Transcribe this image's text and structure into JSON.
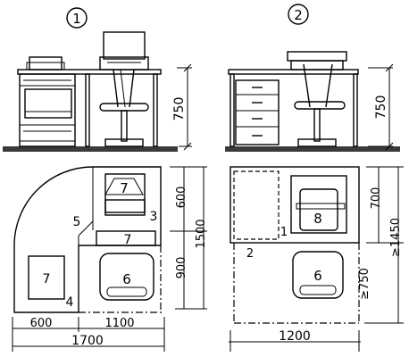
{
  "panels": {
    "left": {
      "number": "1"
    },
    "right": {
      "number": "2"
    }
  },
  "elevation": {
    "left_height": "750",
    "right_height": "750"
  },
  "plan_left": {
    "labels": {
      "cabinet_item": "7",
      "cabinet_mark": "3",
      "corner_mark": "5",
      "keyboard_item": "7",
      "table_item": "7",
      "table_mark": "4",
      "chair_item": "6"
    },
    "dims": {
      "depth_top": "600",
      "depth_bottom": "900",
      "depth_total": "1500",
      "width_left": "600",
      "width_right": "1100",
      "width_total": "1700"
    }
  },
  "plan_right": {
    "labels": {
      "drawer_mark": "1",
      "zone_mark": "2",
      "monitor_item": "8",
      "chair_item": "6"
    },
    "dims": {
      "depth_top": "700",
      "depth_total": "≥1450",
      "depth_chair": "≥750",
      "width_total": "1200"
    }
  }
}
